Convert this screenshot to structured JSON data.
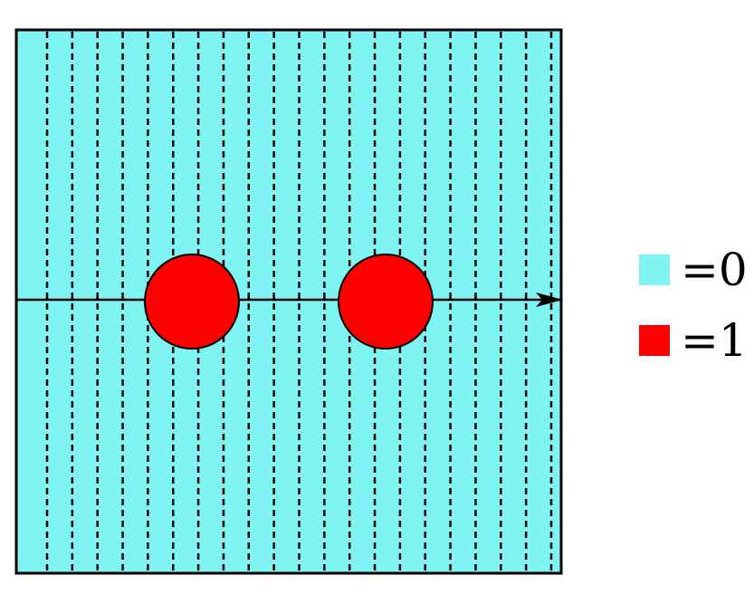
{
  "diagram": {
    "colors": {
      "background_region": "#80F4F2",
      "particle": "#FF0000",
      "outline": "#000000"
    },
    "grid": {
      "dashed_lines": 21
    },
    "particles": {
      "count": 2
    },
    "axis": {
      "arrow": true
    }
  },
  "legend": {
    "items": [
      {
        "color": "#80F4F2",
        "label": "=0"
      },
      {
        "color": "#FF0000",
        "label": "=1"
      }
    ]
  }
}
